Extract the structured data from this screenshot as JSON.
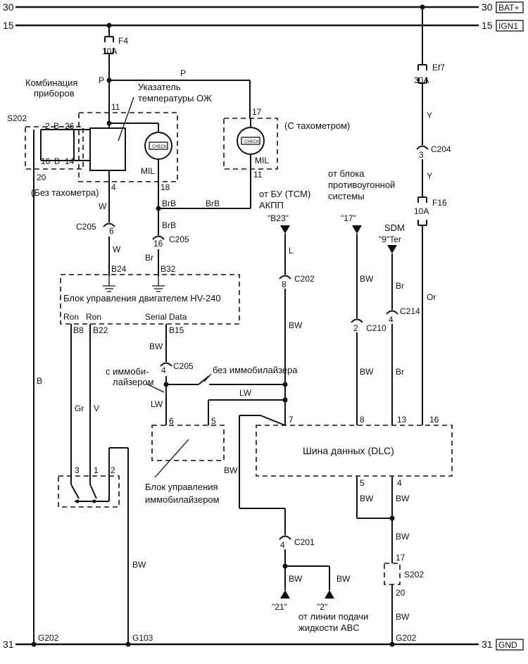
{
  "rails": {
    "bat_left": "30",
    "bat_right": "30",
    "bat_tag": "BAT+",
    "ign_left": "15",
    "ign_right": "15",
    "ign_tag": "IGN1",
    "gnd_left": "31",
    "gnd_right": "31",
    "gnd_tag": "GND"
  },
  "fuses": {
    "f4_name": "F4",
    "f4_rating": "10A",
    "ef7_name": "Ef7",
    "ef7_rating": "30A",
    "f16_name": "F16",
    "f16_rating": "10A"
  },
  "labels": {
    "cluster": [
      "Комбинация",
      "приборов"
    ],
    "temp_gauge": [
      "Указатель",
      "температуры ОЖ"
    ],
    "with_tacho": "(С тахометром)",
    "without_tacho": "(Без тахометра)",
    "mil1": "MIL",
    "mil2": "MIL",
    "tcm": [
      "от БУ (ТСМ)",
      "АКПП"
    ],
    "tcm_ref": "\"B23\"",
    "anti_theft": [
      "от блока",
      "противоугонной",
      "системы"
    ],
    "ref17": "\"17\"",
    "sdm": "SDM",
    "sdm_ref": "\"9\"Ter",
    "ecu": "Блок управления двигателем HV-240",
    "ecu_ron1": "Ron",
    "ecu_ron2": "Ron",
    "ecu_serial": "Serial Data",
    "with_immo": [
      "с иммоби-",
      "лайзером"
    ],
    "without_immo": "без иммобилайзера",
    "immo_unit": [
      "Блок управления",
      "иммобилайзером"
    ],
    "dlc": "Шина данных (DLC)",
    "ref21": "\"21\"",
    "ref2": "\"2\"",
    "abs_line": [
      "от линии подачи",
      "жидкости ABC"
    ]
  },
  "connectors": {
    "s202_top": "S202",
    "c205a": "C205",
    "c205b": "C205",
    "c205c": "C205",
    "c204": "C204",
    "c202": "C202",
    "c210": "C210",
    "c214": "C214",
    "c201": "C201",
    "s202_bot": "S202",
    "g202_left": "G202",
    "g103": "G103",
    "g202_right": "G202"
  },
  "pins": {
    "s202_2": "2",
    "s202_16": "16",
    "s202_b1": "B",
    "s202_b2": "B",
    "p26": "26",
    "p14": "14",
    "p20": "20",
    "p11": "11",
    "p4": "4",
    "p18": "18",
    "p17": "17",
    "p11b": "11",
    "c205_6": "6",
    "c205_16": "16",
    "c204_3": "3",
    "b24": "B24",
    "b32": "B32",
    "b8": "B8",
    "b22": "B22",
    "b15": "B15",
    "c202_8": "8",
    "c210_2": "2",
    "c214_4": "4",
    "c205_4": "4",
    "immo_6": "6",
    "immo_5": "5",
    "dlc_7": "7",
    "dlc_8": "8",
    "dlc_13": "13",
    "dlc_16": "16",
    "dlc_5": "5",
    "dlc_4": "4",
    "sw_3": "3",
    "sw_1": "1",
    "sw_2": "2",
    "c201_4": "4",
    "s202b_17": "17",
    "s202b_20": "20"
  },
  "wires": {
    "p_a": "P",
    "p_b": "P",
    "y1": "Y",
    "y2": "Y",
    "w1": "W",
    "w2": "W",
    "brb1": "BrB",
    "brb2": "BrB",
    "brb3": "BrB",
    "br1": "Br",
    "l": "L",
    "bw_sdm_br": "Br",
    "bw_c210": "BW",
    "bw_ecu": "BW",
    "bw_c202": "BW",
    "bw_210b": "BW",
    "br2": "Br",
    "or": "Or",
    "b": "B",
    "gr": "Gr",
    "v": "V",
    "lw1": "LW",
    "lw2": "LW",
    "bw_immo": "BW",
    "bw_sw": "BW",
    "bw_dlc5": "BW",
    "bw_dlc4": "BW",
    "bw_mid": "BW",
    "bw_21": "BW",
    "bw_2": "BW",
    "bw_gnd": "BW"
  }
}
